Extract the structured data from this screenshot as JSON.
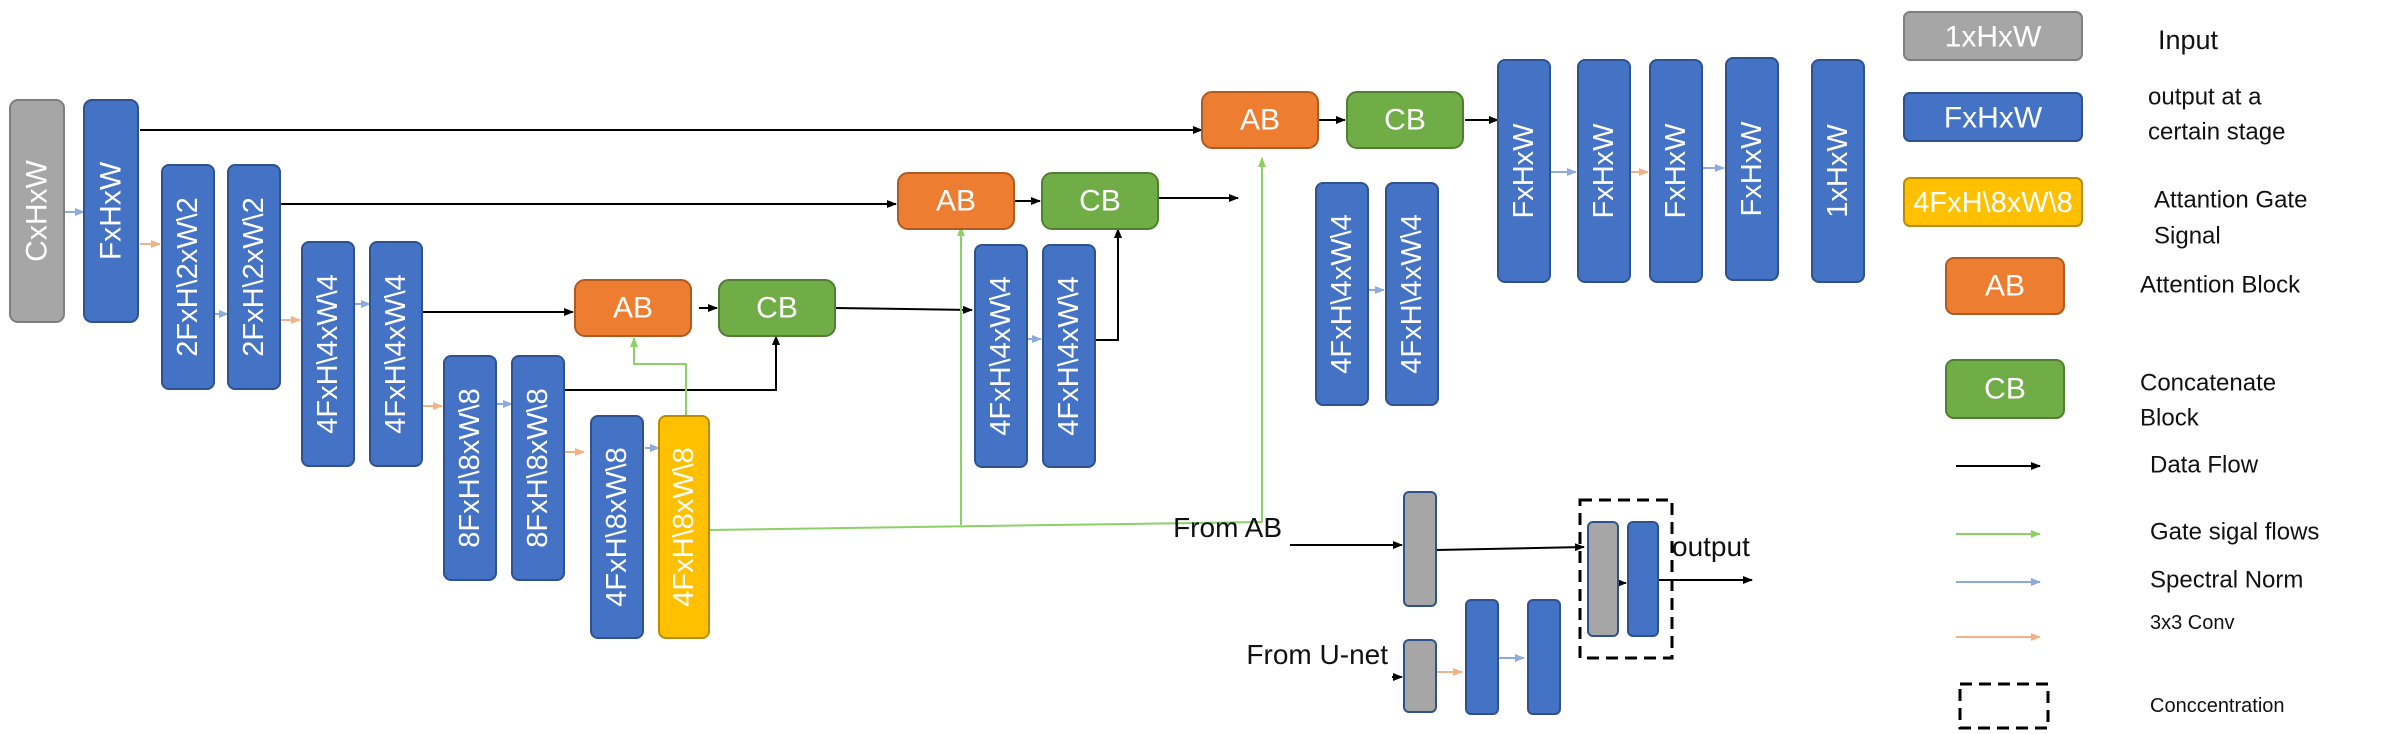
{
  "colors": {
    "blue": "#4472C4",
    "blue_border": "#2F528F",
    "gray": "#A6A6A6",
    "gray_border": "#7F7F7F",
    "orange": "#ED7D31",
    "orange_border": "#AE5A21",
    "green": "#70AD47",
    "green_border": "#507E32",
    "yellow": "#FFC000",
    "yellow_border": "#BC8C00",
    "black_line": "#000000",
    "green_line": "#8BD165",
    "norm_line": "#8FAADC",
    "conv_line": "#F4B183"
  },
  "blocks": {
    "input": "CxHxW",
    "f1": "FxHxW",
    "l1a": "2FxH\\2xW\\2",
    "l1b": "2FxH\\2xW\\2",
    "l2a": "4FxH\\4xW\\4",
    "l2b": "4FxH\\4xW\\4",
    "l3a": "8FxH\\8xW\\8",
    "l3b": "8FxH\\8xW\\8",
    "bot": "4FxH\\8xW\\8",
    "gate": "4FxH\\8xW\\8",
    "ab": "AB",
    "cb": "CB",
    "up1a": "4FxH\\4xW\\4",
    "up1b": "4FxH\\4xW\\4",
    "up2a": "4FxH\\4xW\\4",
    "up2b": "4FxH\\4xW\\4",
    "out1": "FxHxW",
    "out2": "FxHxW",
    "out3": "FxHxW",
    "out4": "FxHxW",
    "out5": "1xHxW"
  },
  "inset": {
    "from_ab": "From AB",
    "from_unet": "From U-net",
    "output": "output"
  },
  "legend": {
    "input_box": "1xHxW",
    "input_label": "Input",
    "stage_box": "FxHxW",
    "stage_label_1": "output at a",
    "stage_label_2": "certain stage",
    "gate_box": "4FxH\\8xW\\8",
    "gate_label_1": "Attantion Gate",
    "gate_label_2": "Signal",
    "ab_box": "AB",
    "ab_label": "Attention Block",
    "cb_box": "CB",
    "cb_label_1": "Concatenate",
    "cb_label_2": "Block",
    "data_flow": "Data Flow",
    "gate_flow": "Gate sigal flows",
    "spectral": "Spectral Norm",
    "conv": "3x3 Conv",
    "concat": "Conccentration"
  }
}
